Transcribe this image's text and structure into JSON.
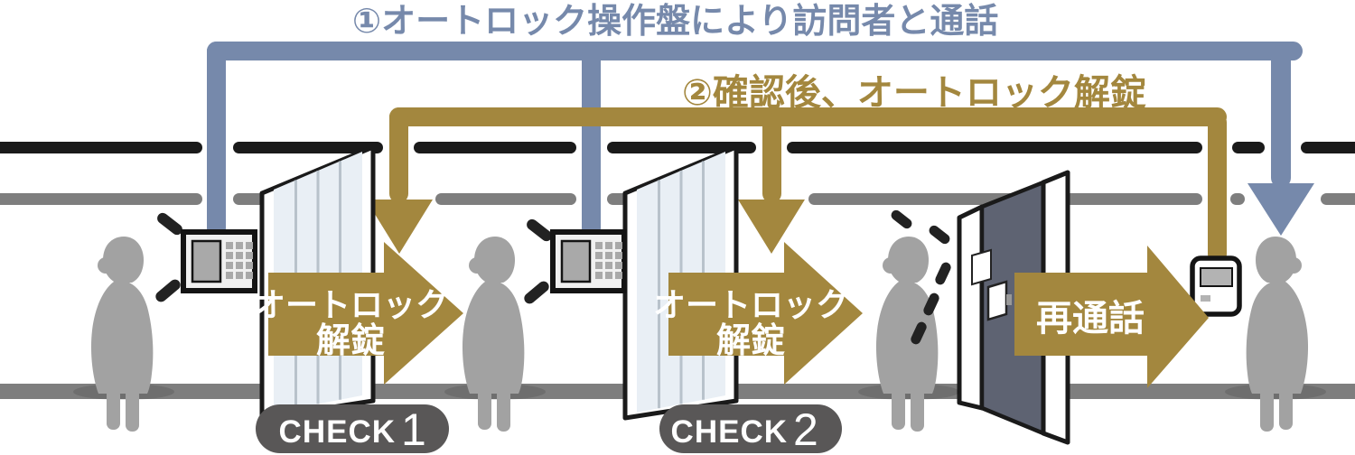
{
  "colors": {
    "accent_blue": "#7689ab",
    "accent_gold": "#a3873e",
    "badge_gray": "#595757",
    "figure_gray": "#a2a2a2",
    "line_black": "#1a1a1a",
    "line_gray": "#7e7e7e",
    "door_glass": "#e9eff5",
    "apartment_door": "#5e6372",
    "label_white": "#ffffff"
  },
  "flow": {
    "step1_label": "①オートロック操作盤により訪問者と通話",
    "step2_label": "②確認後、オートロック解錠"
  },
  "arrows": {
    "unlock1": {
      "line1": "オートロック",
      "line2": "解錠"
    },
    "unlock2": {
      "line1": "オートロック",
      "line2": "解錠"
    },
    "recall": {
      "label": "再通話"
    }
  },
  "checkpoints": [
    {
      "word": "CHECK",
      "number": "1"
    },
    {
      "word": "CHECK",
      "number": "2"
    }
  ],
  "icons": {
    "entrance_panel": "keypad-intercom-icon",
    "room_monitor": "monitor-intercom-icon",
    "sound_waves": "chime-sound-marks-icon",
    "person": "person-silhouette-icon",
    "arrowhead": "direction-arrowhead-icon"
  }
}
